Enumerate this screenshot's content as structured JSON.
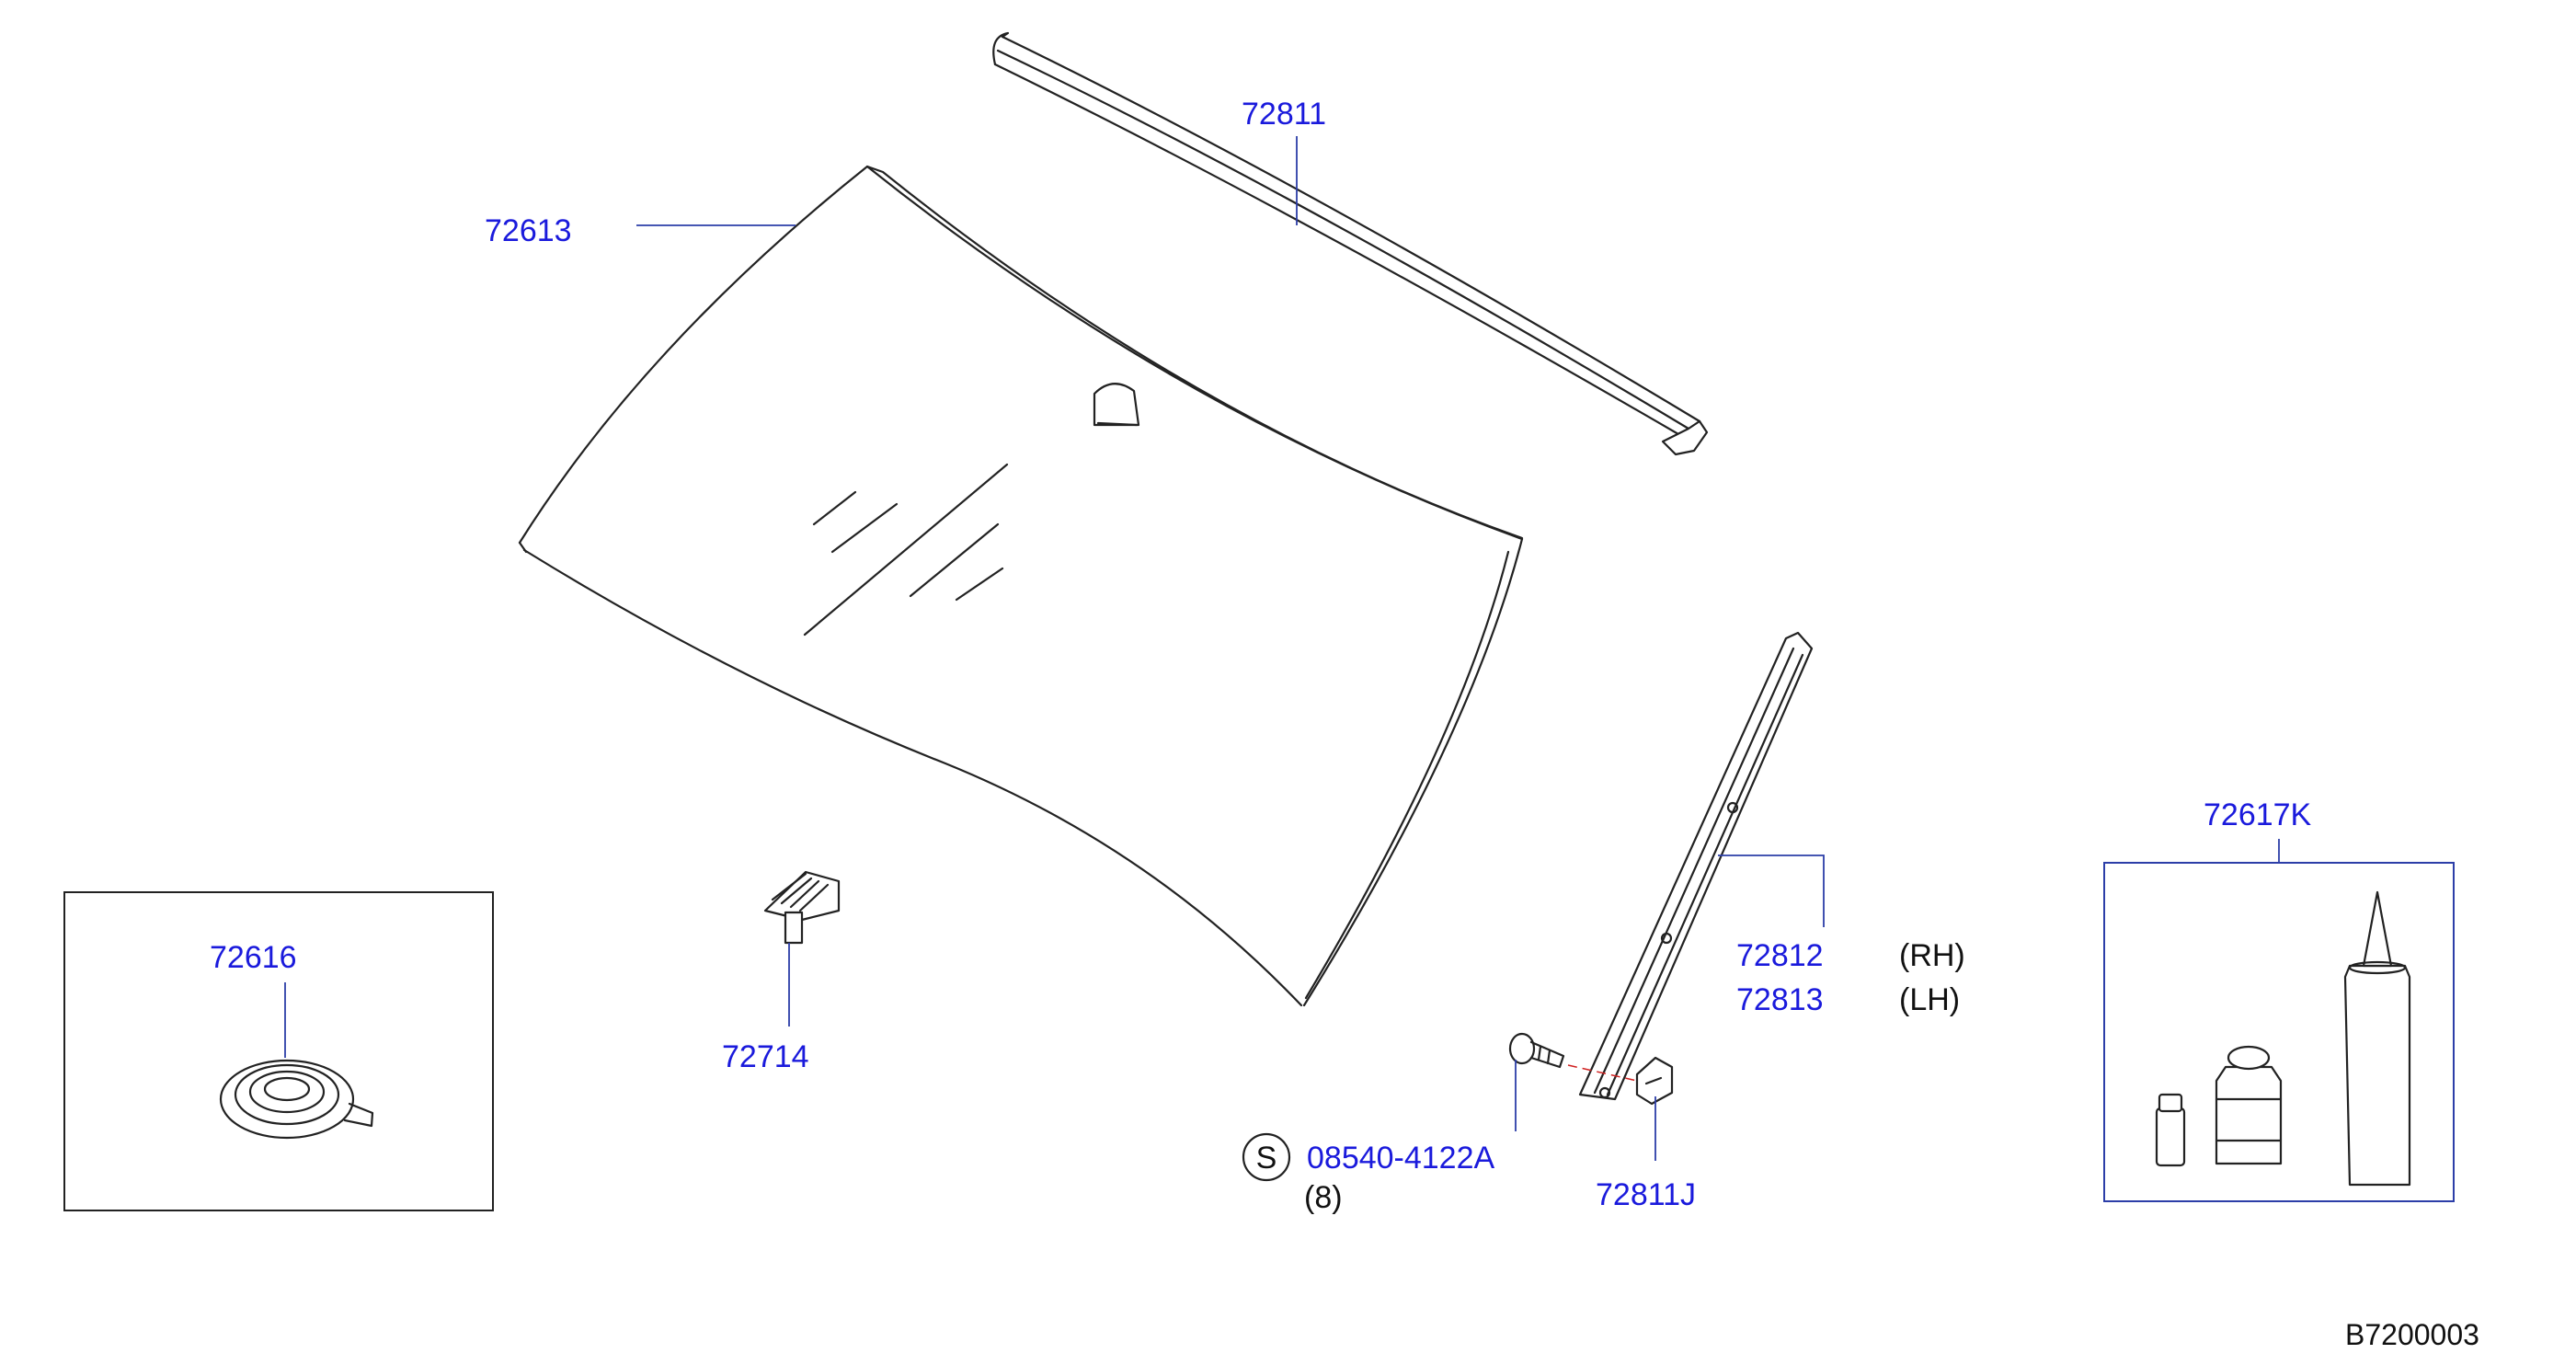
{
  "parts": {
    "p72811": "72811",
    "p72613": "72613",
    "p72616": "72616",
    "p72714": "72714",
    "p72812": "72812",
    "p72813": "72813",
    "p72617K": "72617K",
    "p72811J": "72811J",
    "p08540": "08540-4122A"
  },
  "notes": {
    "rh": "(RH)",
    "lh": "(LH)",
    "qty": "(8)",
    "s_symbol": "S"
  },
  "diagram_code": "B7200003",
  "colors": {
    "label": "#1a1adc",
    "leader": "#2c3ea8",
    "line": "#222222"
  }
}
